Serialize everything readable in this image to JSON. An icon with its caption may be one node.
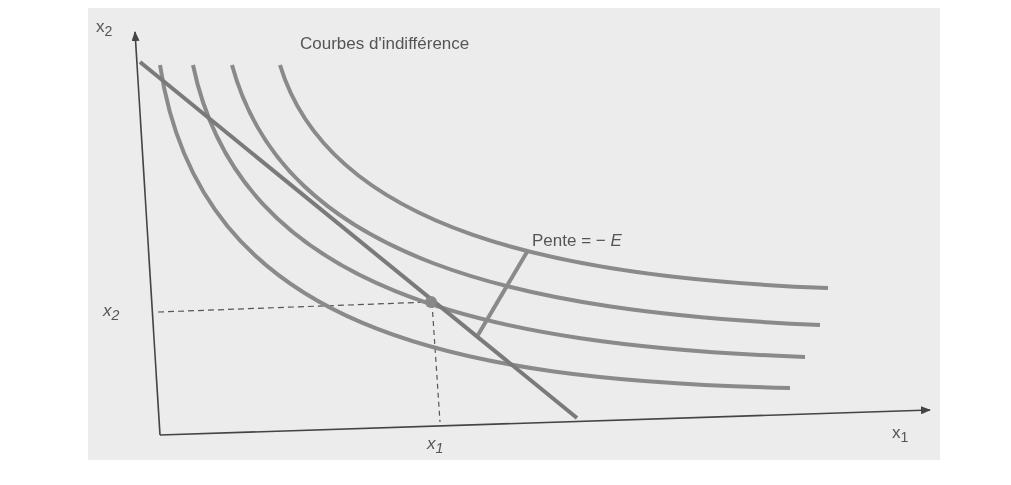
{
  "diagram": {
    "nodes": [
      {
        "text": [
          "Pente = − *E*"
        ]
      },
      {
        "text": [],
        "shape": "line"
      }
    ],
    "edges": [
      {
        "from": 0,
        "to": 1,
        "arrow": "none"
      }
    ],
    "labels": [
      "x$_{2}$",
      "Courbes d'indifférence",
      "x$_{2}$",
      "x$_{1}$",
      "x$_{1}$"
    ]
  }
}
